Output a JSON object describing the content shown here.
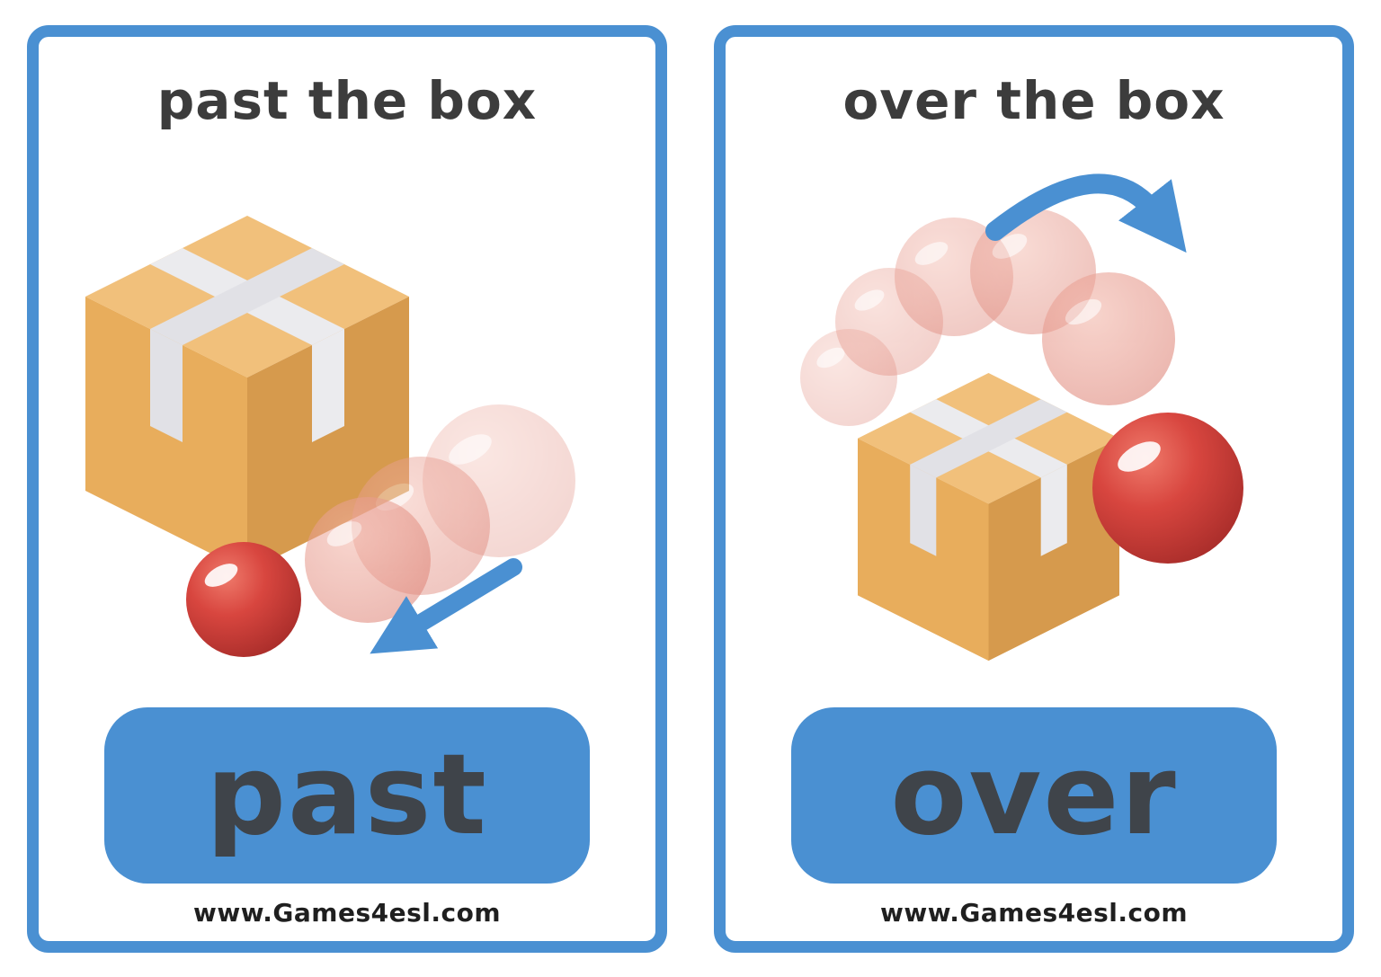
{
  "colors": {
    "card_border": "#4a90d2",
    "word_panel": "#4a90d2",
    "arrow_blue": "#4a90d2",
    "title_text": "#3c3c3c",
    "word_text": "#3f444a",
    "footer_text": "#1f1f1f",
    "box_top": "#f1c07b",
    "box_left_face": "#e8ad5c",
    "box_right_face": "#d69a4d",
    "tape": "#e9e9ee",
    "ball_red": "#d0413b",
    "ball_trail_pink": "#df8578"
  },
  "cards": [
    {
      "id": "past",
      "title": "past the box",
      "word": "past",
      "footer": "www.Games4esl.com",
      "illustration": "red ball moving past a cardboard box with motion trail and arrow pointing down-left"
    },
    {
      "id": "over",
      "title": "over the box",
      "word": "over",
      "footer": "www.Games4esl.com",
      "illustration": "red ball arcing over a cardboard box with motion trail and curved arrow pointing right"
    }
  ]
}
